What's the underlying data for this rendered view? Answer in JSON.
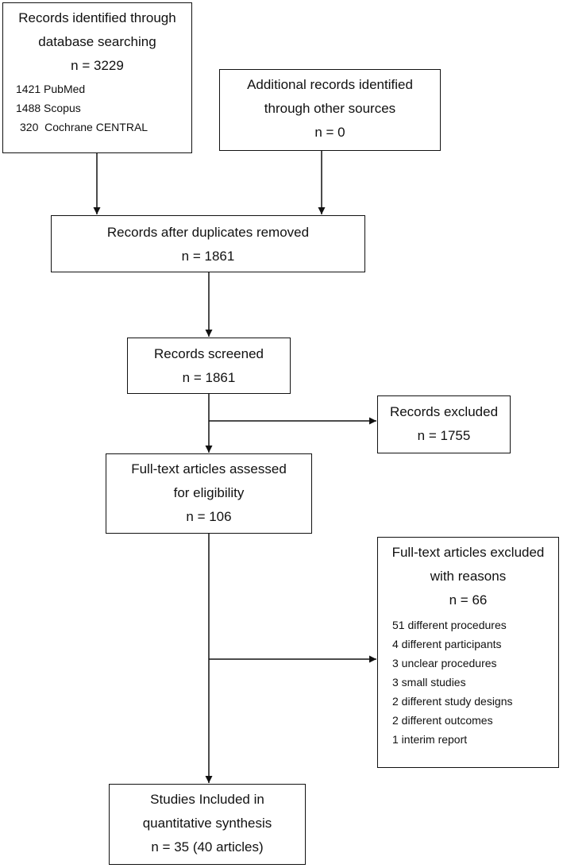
{
  "identification": {
    "line1": "Records identified through",
    "line2": "database searching",
    "count": "n = 3229",
    "sources": [
      "1421 PubMed",
      "1488 Scopus",
      "320  Cochrane CENTRAL"
    ]
  },
  "additional": {
    "line1": "Additional records identified",
    "line2": "through other sources",
    "count": "n = 0"
  },
  "duplicates": {
    "line1": "Records after duplicates removed",
    "count": "n = 1861"
  },
  "screened": {
    "line1": "Records screened",
    "count": "n = 1861"
  },
  "excluded": {
    "line1": "Records excluded",
    "count": "n = 1755"
  },
  "eligibility": {
    "line1": "Full-text articles assessed",
    "line2": "for eligibility",
    "count": "n = 106"
  },
  "fulltext_excluded": {
    "line1": "Full-text articles excluded",
    "line2": "with reasons",
    "count": "n = 66",
    "reasons": [
      "51 different procedures",
      "4 different participants",
      "3 unclear procedures",
      "3 small studies",
      "2 different study designs",
      "2 different outcomes",
      "1 interim report"
    ]
  },
  "included": {
    "line1": "Studies Included in",
    "line2": "quantitative synthesis",
    "count": "n = 35 (40 articles)"
  },
  "colors": {
    "stroke": "#111111",
    "background": "#ffffff"
  }
}
